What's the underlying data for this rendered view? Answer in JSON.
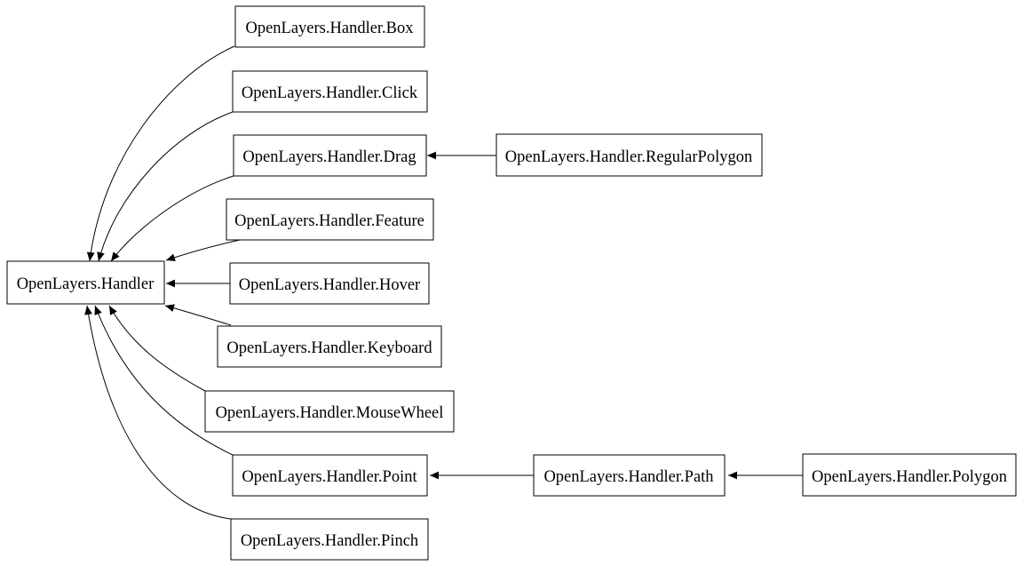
{
  "diagram": {
    "type": "class-inheritance-graph",
    "colors": {
      "background": "#ffffff",
      "node_fill": "#ffffff",
      "node_border": "#000000",
      "edge": "#000000",
      "text": "#000000"
    },
    "nodes": {
      "handler": {
        "label": "OpenLayers.Handler"
      },
      "box": {
        "label": "OpenLayers.Handler.Box"
      },
      "click": {
        "label": "OpenLayers.Handler.Click"
      },
      "drag": {
        "label": "OpenLayers.Handler.Drag"
      },
      "feature": {
        "label": "OpenLayers.Handler.Feature"
      },
      "hover": {
        "label": "OpenLayers.Handler.Hover"
      },
      "keyboard": {
        "label": "OpenLayers.Handler.Keyboard"
      },
      "mousewheel": {
        "label": "OpenLayers.Handler.MouseWheel"
      },
      "point": {
        "label": "OpenLayers.Handler.Point"
      },
      "pinch": {
        "label": "OpenLayers.Handler.Pinch"
      },
      "regularpolygon": {
        "label": "OpenLayers.Handler.RegularPolygon"
      },
      "path": {
        "label": "OpenLayers.Handler.Path"
      },
      "polygon": {
        "label": "OpenLayers.Handler.Polygon"
      }
    },
    "edges": [
      {
        "from": "OpenLayers.Handler.Box",
        "to": "OpenLayers.Handler"
      },
      {
        "from": "OpenLayers.Handler.Click",
        "to": "OpenLayers.Handler"
      },
      {
        "from": "OpenLayers.Handler.Drag",
        "to": "OpenLayers.Handler"
      },
      {
        "from": "OpenLayers.Handler.Feature",
        "to": "OpenLayers.Handler"
      },
      {
        "from": "OpenLayers.Handler.Hover",
        "to": "OpenLayers.Handler"
      },
      {
        "from": "OpenLayers.Handler.Keyboard",
        "to": "OpenLayers.Handler"
      },
      {
        "from": "OpenLayers.Handler.MouseWheel",
        "to": "OpenLayers.Handler"
      },
      {
        "from": "OpenLayers.Handler.Point",
        "to": "OpenLayers.Handler"
      },
      {
        "from": "OpenLayers.Handler.Pinch",
        "to": "OpenLayers.Handler"
      },
      {
        "from": "OpenLayers.Handler.RegularPolygon",
        "to": "OpenLayers.Handler.Drag"
      },
      {
        "from": "OpenLayers.Handler.Path",
        "to": "OpenLayers.Handler.Point"
      },
      {
        "from": "OpenLayers.Handler.Polygon",
        "to": "OpenLayers.Handler.Path"
      }
    ]
  }
}
